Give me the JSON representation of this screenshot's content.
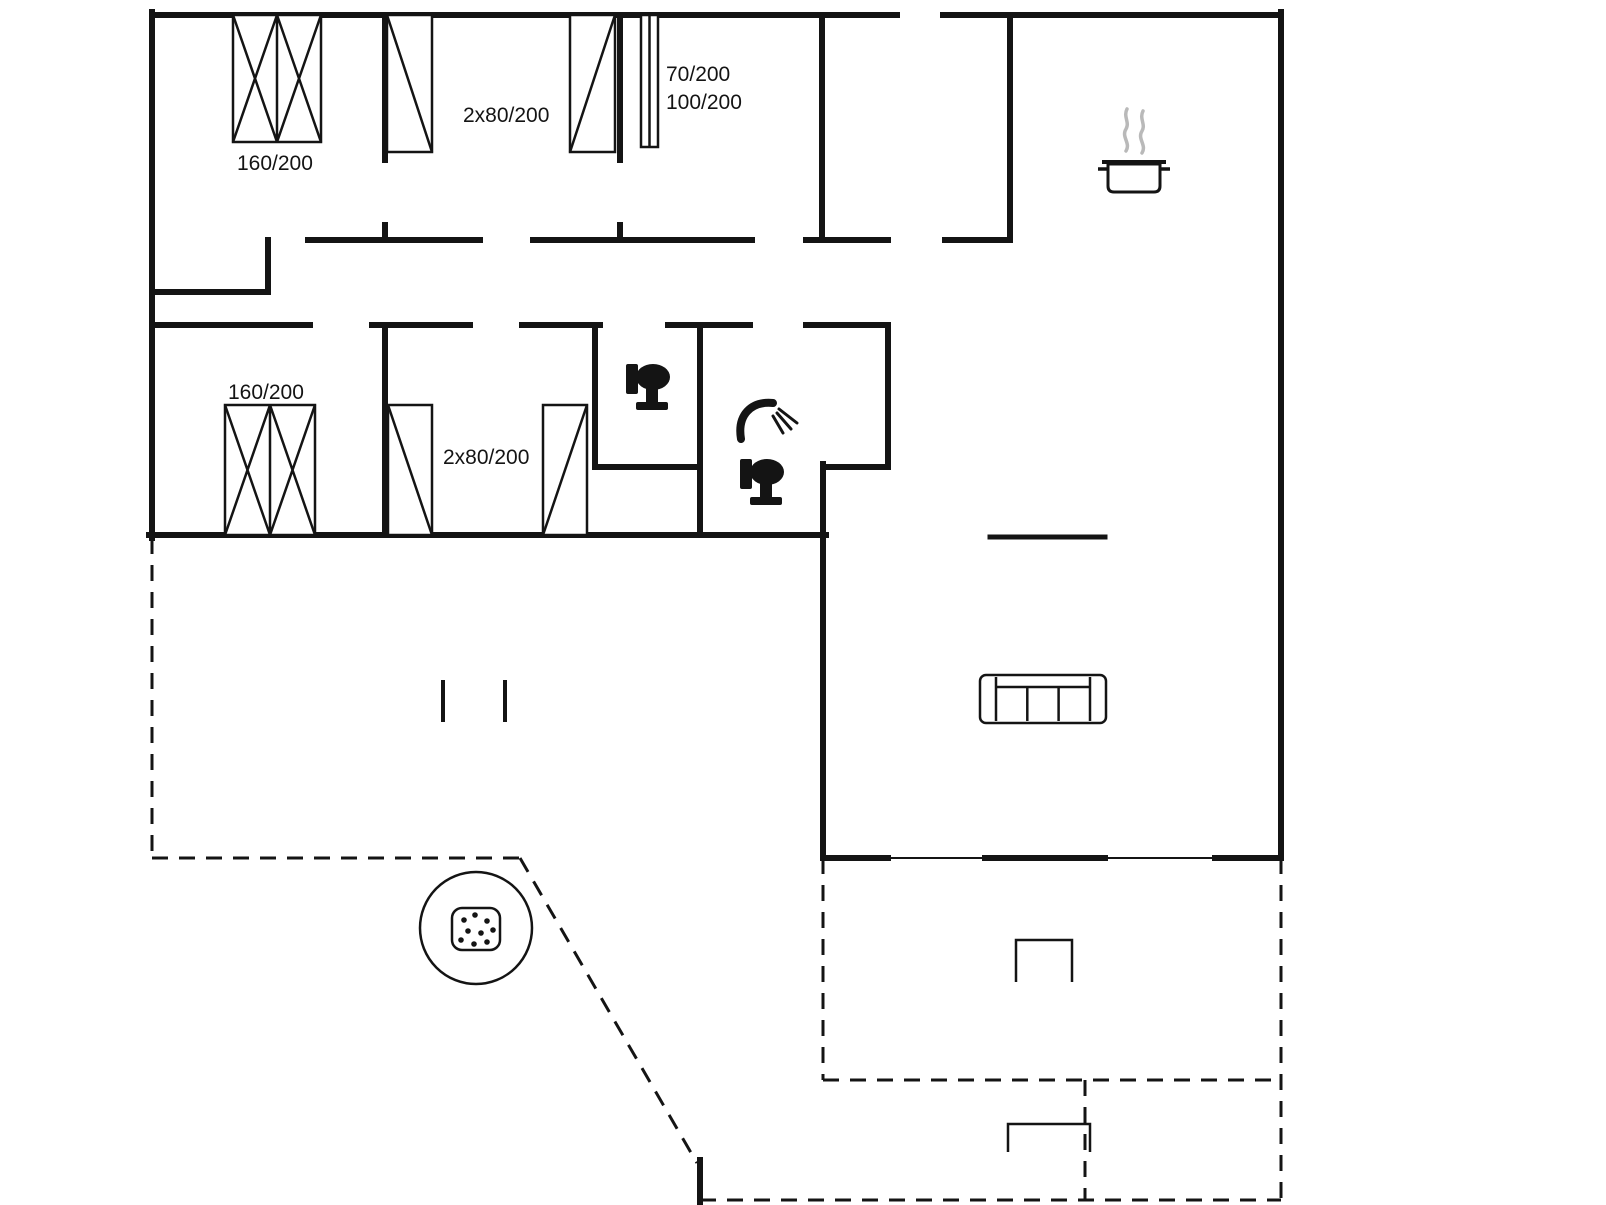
{
  "floor_plan": {
    "title": "holiday-home-floor-plan",
    "colors": {
      "line": "#141414",
      "background": "#ffffff",
      "steam": "#b9b9b9"
    },
    "bedroom_1": {
      "bed_label": "160/200"
    },
    "bedroom_2": {
      "bed_label": "2x80/200"
    },
    "bedroom_3": {
      "bunk_label_top": "70/200",
      "bunk_label_bottom": "100/200"
    },
    "bedroom_4": {
      "bed_label": "160/200"
    },
    "bedroom_5": {
      "bed_label": "2x80/200"
    },
    "icons": {
      "toilet_1": "toilet-icon",
      "toilet_2": "toilet-icon",
      "shower": "shower-icon",
      "cooking_pot": "cooking-pot-icon",
      "steam": "steam-icon",
      "sofa": "sofa-icon",
      "firepit": "firepit-icon",
      "terrace_table_1": "table-icon",
      "terrace_table_2": "table-icon"
    }
  }
}
